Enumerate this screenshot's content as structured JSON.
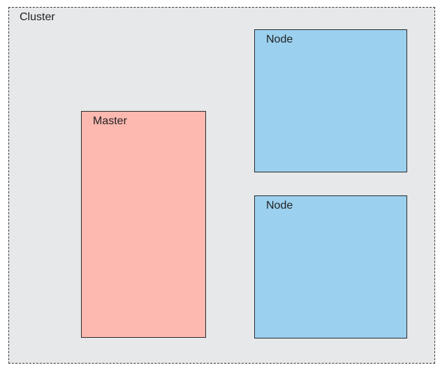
{
  "cluster": {
    "label": "Cluster",
    "background": "#e6e8ea",
    "border_color": "#3a3a3a"
  },
  "master": {
    "label": "Master",
    "color": "#fdb8b0"
  },
  "nodes": [
    {
      "label": "Node",
      "color": "#9bd0ef"
    },
    {
      "label": "Node",
      "color": "#9bd0ef"
    }
  ]
}
